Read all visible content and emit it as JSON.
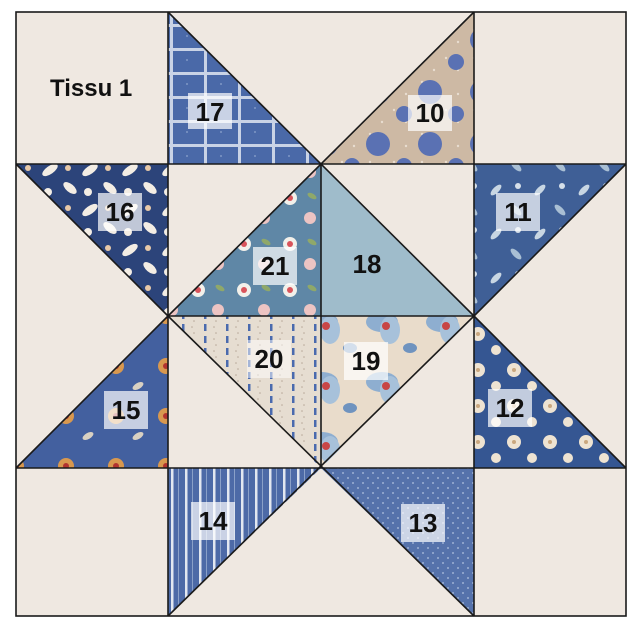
{
  "title_label": "Tissu 1",
  "colors": {
    "background": "#efe8e1",
    "line": "#1a1a1a",
    "label_box": "#ffffff"
  },
  "patches": [
    {
      "id": "17",
      "label": "17",
      "fabric": "blue-grid-fabric"
    },
    {
      "id": "10",
      "label": "10",
      "fabric": "beige-dotted-big-spots-fabric"
    },
    {
      "id": "16",
      "label": "16",
      "fabric": "navy-leaf-print-fabric"
    },
    {
      "id": "11",
      "label": "11",
      "fabric": "blue-leaf-sprig-fabric"
    },
    {
      "id": "21",
      "label": "21",
      "fabric": "blue-floral-rose-fabric"
    },
    {
      "id": "18",
      "label": "18",
      "fabric": "pale-blue-solid-fabric"
    },
    {
      "id": "20",
      "label": "20",
      "fabric": "cream-blue-stitched-stripe-fabric"
    },
    {
      "id": "19",
      "label": "19",
      "fabric": "large-blue-floral-fabric"
    },
    {
      "id": "15",
      "label": "15",
      "fabric": "blue-orange-flower-fabric"
    },
    {
      "id": "12",
      "label": "12",
      "fabric": "navy-cream-flower-fabric"
    },
    {
      "id": "14",
      "label": "14",
      "fabric": "blue-white-stripe-fabric"
    },
    {
      "id": "13",
      "label": "13",
      "fabric": "blue-dotted-fabric"
    }
  ]
}
